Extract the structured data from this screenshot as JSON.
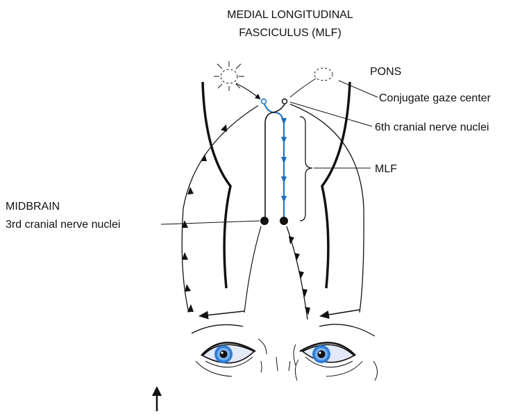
{
  "title": {
    "line1": "MEDIAL LONGITUDINAL",
    "line2": "FASCICULUS (MLF)"
  },
  "labels": {
    "pons": "PONS",
    "gaze_center": "Conjugate gaze center",
    "sixth_nuclei": "6th cranial nerve nuclei",
    "mlf": "MLF",
    "midbrain": "MIDBRAIN",
    "third_nuclei": "3rd cranial nerve nuclei"
  },
  "colors": {
    "ink": "#111111",
    "pathway": "#1a6fc0",
    "iris": "#2f7fd6",
    "sclera": "#e4e9f7"
  }
}
